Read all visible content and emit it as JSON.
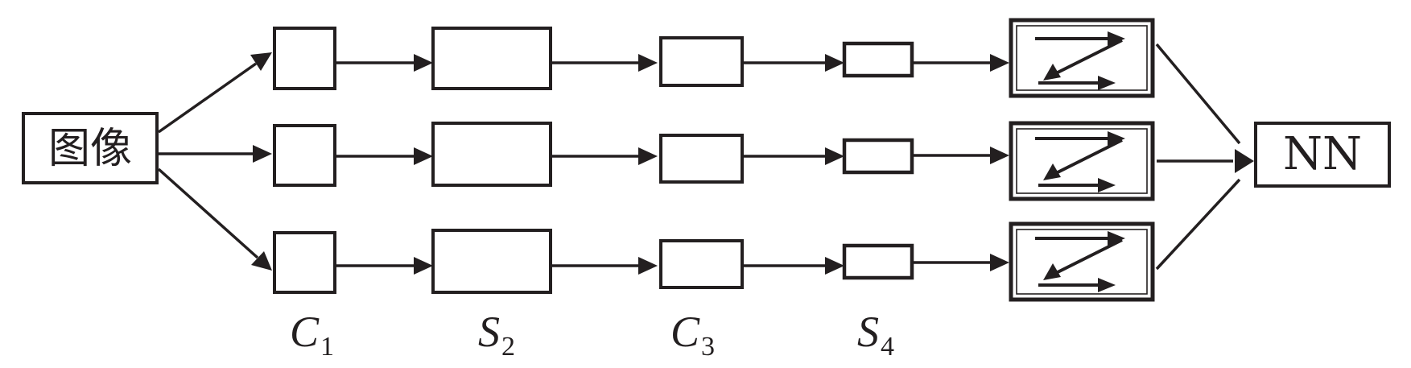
{
  "diagram": {
    "input_label": "图像",
    "output_label": "NN",
    "stage_labels": [
      {
        "letter": "C",
        "index": "1"
      },
      {
        "letter": "S",
        "index": "2"
      },
      {
        "letter": "C",
        "index": "3"
      },
      {
        "letter": "S",
        "index": "4"
      }
    ]
  },
  "colors": {
    "ink": "#231f20",
    "background": "#ffffff"
  }
}
